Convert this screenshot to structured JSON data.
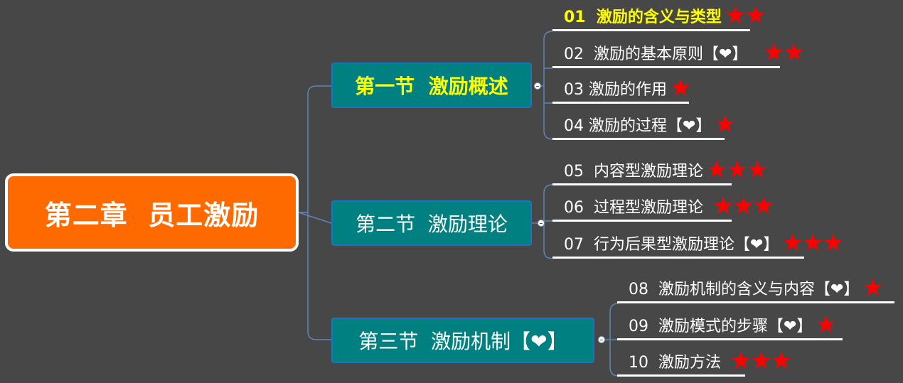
{
  "root": {
    "label": "第二章  员工激励"
  },
  "sections": [
    {
      "label": "第一节  激励概述",
      "highlighted": true,
      "topics": [
        {
          "label": "01  激励的含义与类型",
          "stars": "★★",
          "highlighted": true
        },
        {
          "label": "02  激励的基本原则【❤】",
          "stars": "  ★★"
        },
        {
          "label": "03 激励的作用",
          "stars": "★"
        },
        {
          "label": "04 激励的过程【❤】",
          "stars": "★"
        }
      ]
    },
    {
      "label": "第二节  激励理论",
      "topics": [
        {
          "label": "05  内容型激励理论",
          "stars": "★★★"
        },
        {
          "label": "06  过程型激励理论",
          "stars": " ★★★"
        },
        {
          "label": "07  行为后果型激励理论【❤】",
          "stars": "★★★"
        }
      ]
    },
    {
      "label": "第三节  激励机制【❤】",
      "topics": [
        {
          "label": "08  激励机制的含义与内容【❤】",
          "stars": "★"
        },
        {
          "label": "09  激励模式的步骤【❤】",
          "stars": "★"
        },
        {
          "label": "10  激励方法",
          "stars": " ★★★"
        }
      ]
    }
  ],
  "colors": {
    "background": "#474747",
    "root_fill": "#ff6a00",
    "section_fill": "#008080",
    "connector": "#4f81bd",
    "highlight_text": "#ffff00",
    "star": "#ff0000"
  }
}
